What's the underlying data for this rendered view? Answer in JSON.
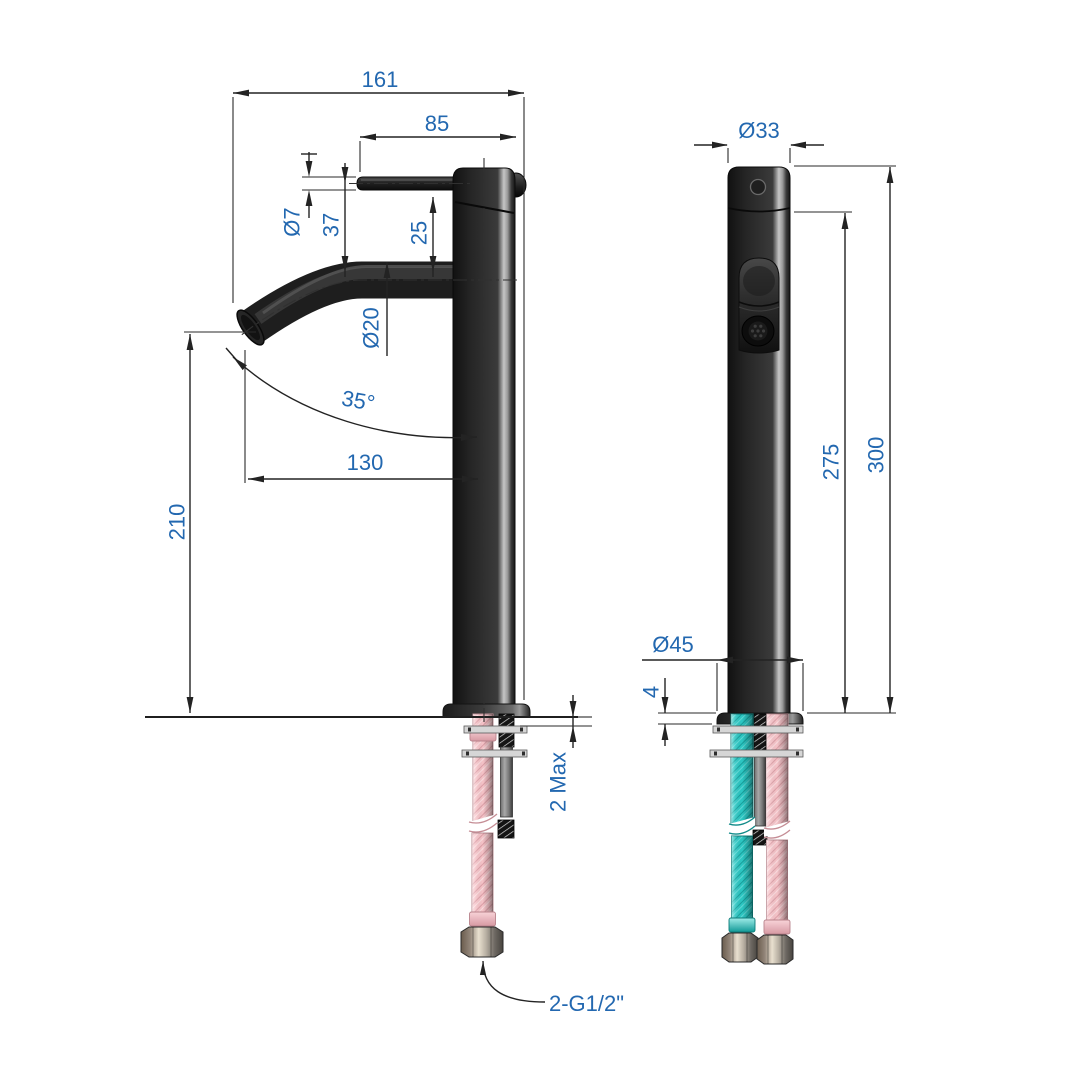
{
  "colors": {
    "dimension_text": "#2368b0",
    "drawing_lines": "#232323",
    "faucet_body": "#1c1c1c",
    "hose_cold": "#2cc7c3",
    "hose_hot": "#f4c0c6",
    "washer": "#d6d6d6"
  },
  "side_view": {
    "dims": {
      "overall_depth": "161",
      "lever_length": "85",
      "lever_diameter": "Ø7",
      "lever_height": "37",
      "spout_top_offset": "25",
      "spout_diameter": "Ø20",
      "spout_angle": "35°",
      "spout_reach": "130",
      "spout_height": "210",
      "deck_clearance": "2 Max",
      "inlet_thread": "2-G1/2\""
    }
  },
  "front_view": {
    "dims": {
      "body_diameter": "Ø33",
      "overall_height": "300",
      "upper_body_height": "275",
      "base_diameter": "Ø45",
      "base_plate_thickness": "4"
    }
  }
}
